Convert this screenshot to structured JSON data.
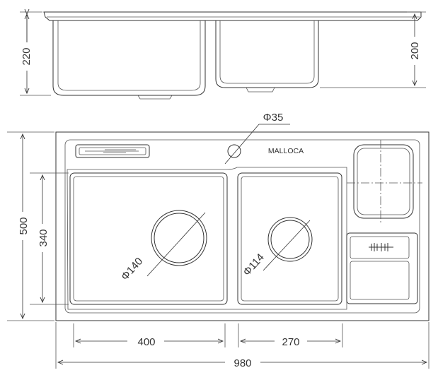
{
  "side_view": {
    "height_left": "220",
    "height_right": "200"
  },
  "plan_view": {
    "height_total": "500",
    "height_inner": "340",
    "faucet_hole": "Φ35",
    "brand": "MALLOCA",
    "drain_left": "Φ140",
    "drain_right": "Φ114",
    "width_left_bowl": "400",
    "width_right_bowl": "270",
    "width_total": "980"
  }
}
